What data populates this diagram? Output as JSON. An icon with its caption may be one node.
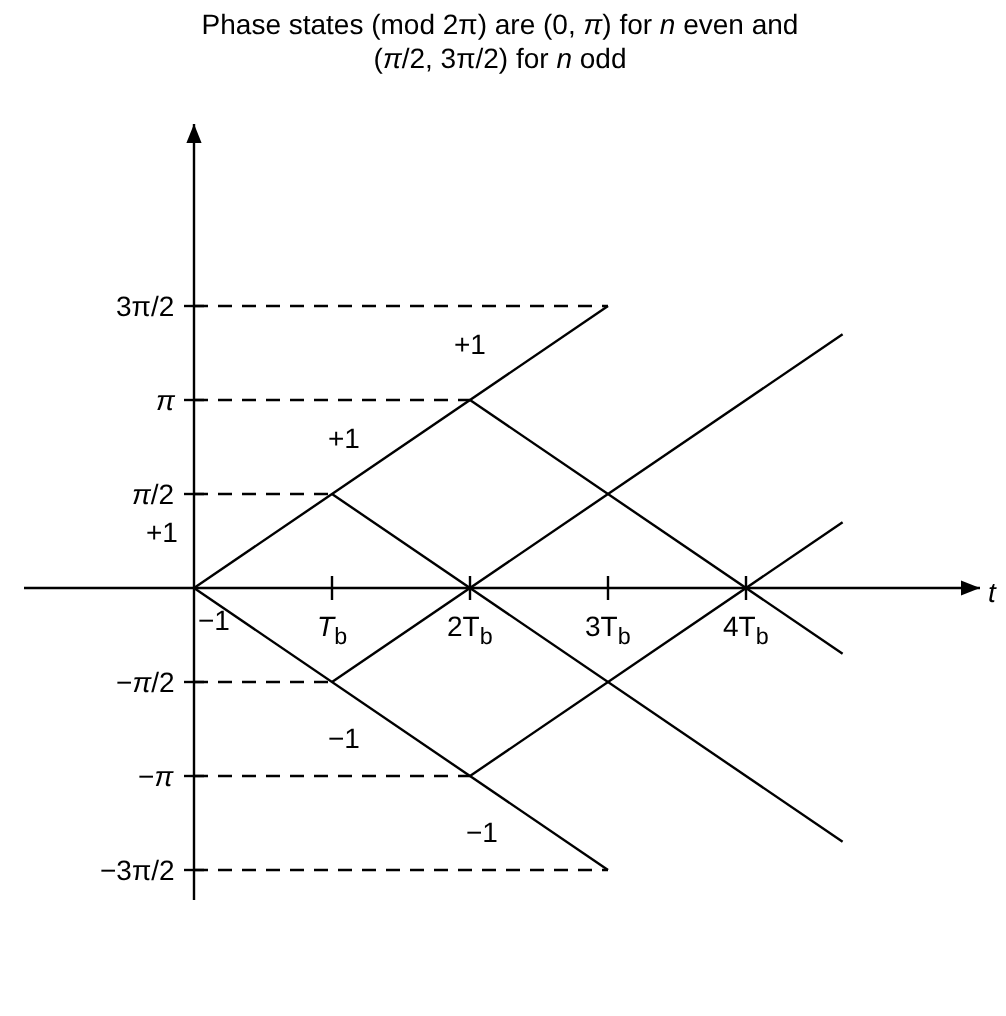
{
  "diagram": {
    "title": "Phase states (mod 2π) are (0, *π*) for *n* even and (*π*/2, 3π/2) for *n* odd",
    "labels": [
      "3π/2",
      "*π*",
      "*π*/2",
      "+1",
      "+1",
      "+1",
      "*t*",
      "*T*$_{b}$",
      "2T$_{b}$",
      "3T$_{b}$",
      "4T$_{b}$",
      "−1",
      "−*π*/2",
      "−1",
      "−*π*",
      "−1",
      "−3π/2"
    ]
  }
}
